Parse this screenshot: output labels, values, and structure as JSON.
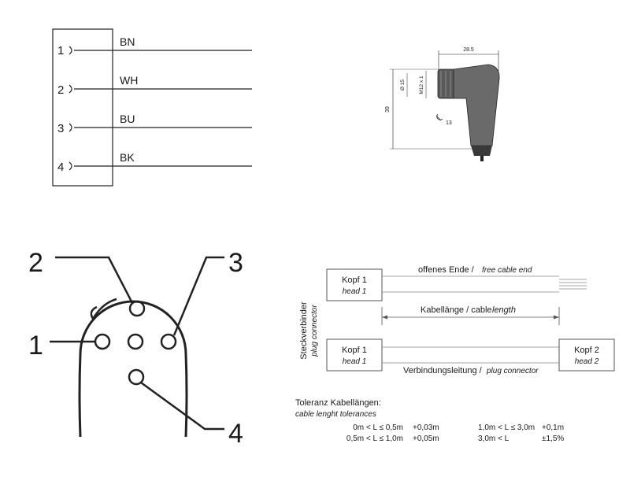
{
  "wiring": {
    "pins": [
      {
        "number": "1",
        "color": "BN"
      },
      {
        "number": "2",
        "color": "WH"
      },
      {
        "number": "3",
        "color": "BU"
      },
      {
        "number": "4",
        "color": "BK"
      }
    ]
  },
  "connector_drawing": {
    "dim_width": "28.5",
    "dim_diameter": "Ø 15",
    "dim_thread": "M12 x 1",
    "dim_height": "39",
    "dim_wrench": "13"
  },
  "pinout": {
    "labels": [
      "2",
      "3",
      "1",
      "4"
    ]
  },
  "cables": {
    "side_label_de": "Steckverbinder",
    "side_label_en": "plug connector",
    "head1_de": "Kopf 1",
    "head1_en": "head 1",
    "head2_de": "Kopf 2",
    "head2_en": "head 2",
    "open_end_de": "offenes Ende /",
    "open_end_en": "free cable end",
    "length_de": "Kabellänge / cable",
    "length_en": "length",
    "connection_de": "Verbindungsleitung /",
    "connection_en": "plug connector"
  },
  "tolerances": {
    "title_de": "Toleranz Kabellängen:",
    "title_en": "cable lenght tolerances",
    "rows": [
      {
        "range_a": "0m < L ≤ 0,5m",
        "tol_a": "+0,03m",
        "range_b": "1,0m < L ≤ 3,0m",
        "tol_b": "+0,1m"
      },
      {
        "range_a": "0,5m < L ≤ 1,0m",
        "tol_a": "+0,05m",
        "range_b": "3,0m < L",
        "tol_b": "±1,5%"
      }
    ]
  }
}
